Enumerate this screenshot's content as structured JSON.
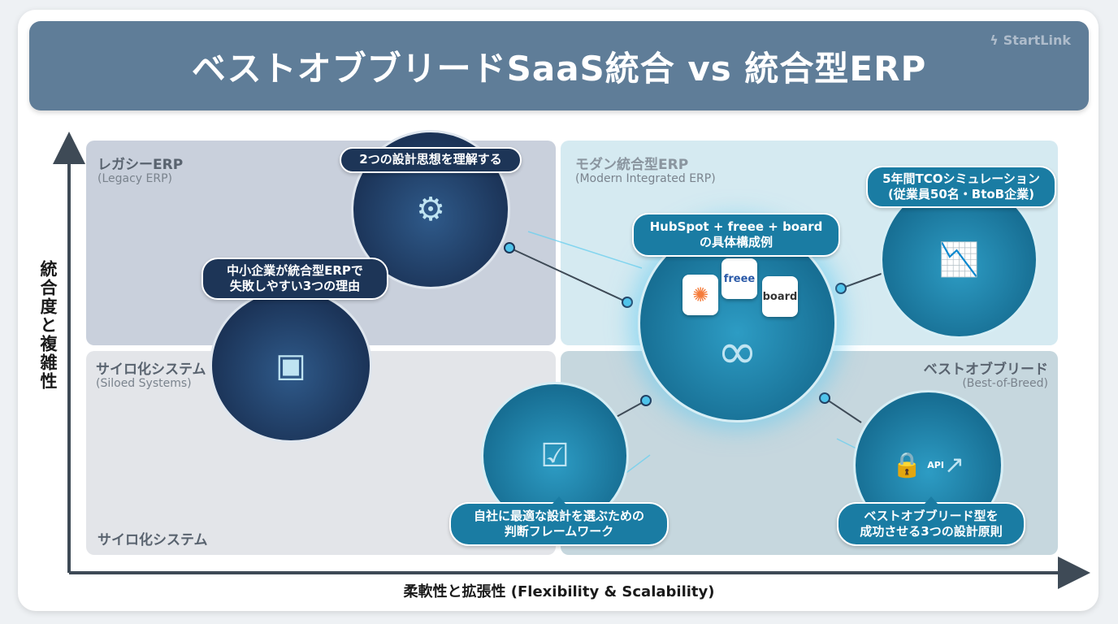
{
  "title": "ベストオブブリードSaaS統合 vs 統合型ERP",
  "logo": "StartLink",
  "axes": {
    "y": "統合度と複雑性",
    "x": "柔軟性と拡張性 (Flexibility & Scalability)"
  },
  "quadrants": {
    "top_left": {
      "label": "レガシーERP",
      "sub": "(Legacy ERP)"
    },
    "top_right": {
      "label": "モダン統合型ERP",
      "sub": "(Modern Integrated ERP)"
    },
    "mid_left": {
      "label": "サイロ化システム",
      "sub": "(Siloed Systems)"
    },
    "bottom_right": {
      "label": "ベストオブブリード",
      "sub": "(Best-of-Breed)"
    },
    "bottom_left": {
      "label": "サイロ化システム"
    }
  },
  "topics": {
    "design": "2つの設計思想を理解する",
    "fail_1": "中小企業が統合型ERPで",
    "fail_2": "失敗しやすい3つの理由",
    "example_1": "HubSpot + freee + board",
    "example_2": "の具体構成例",
    "tco_1": "5年間TCOシミュレーション",
    "tco_2": "(従業員50名・BtoB企業)",
    "framework_1": "自社に最適な設計を選ぶための",
    "framework_2": "判断フレームワーク",
    "principles_1": "ベストオブブリード型を",
    "principles_2": "成功させる3つの設計原則"
  },
  "apps": {
    "a1": "freee",
    "a2": "board",
    "a3": "API"
  }
}
